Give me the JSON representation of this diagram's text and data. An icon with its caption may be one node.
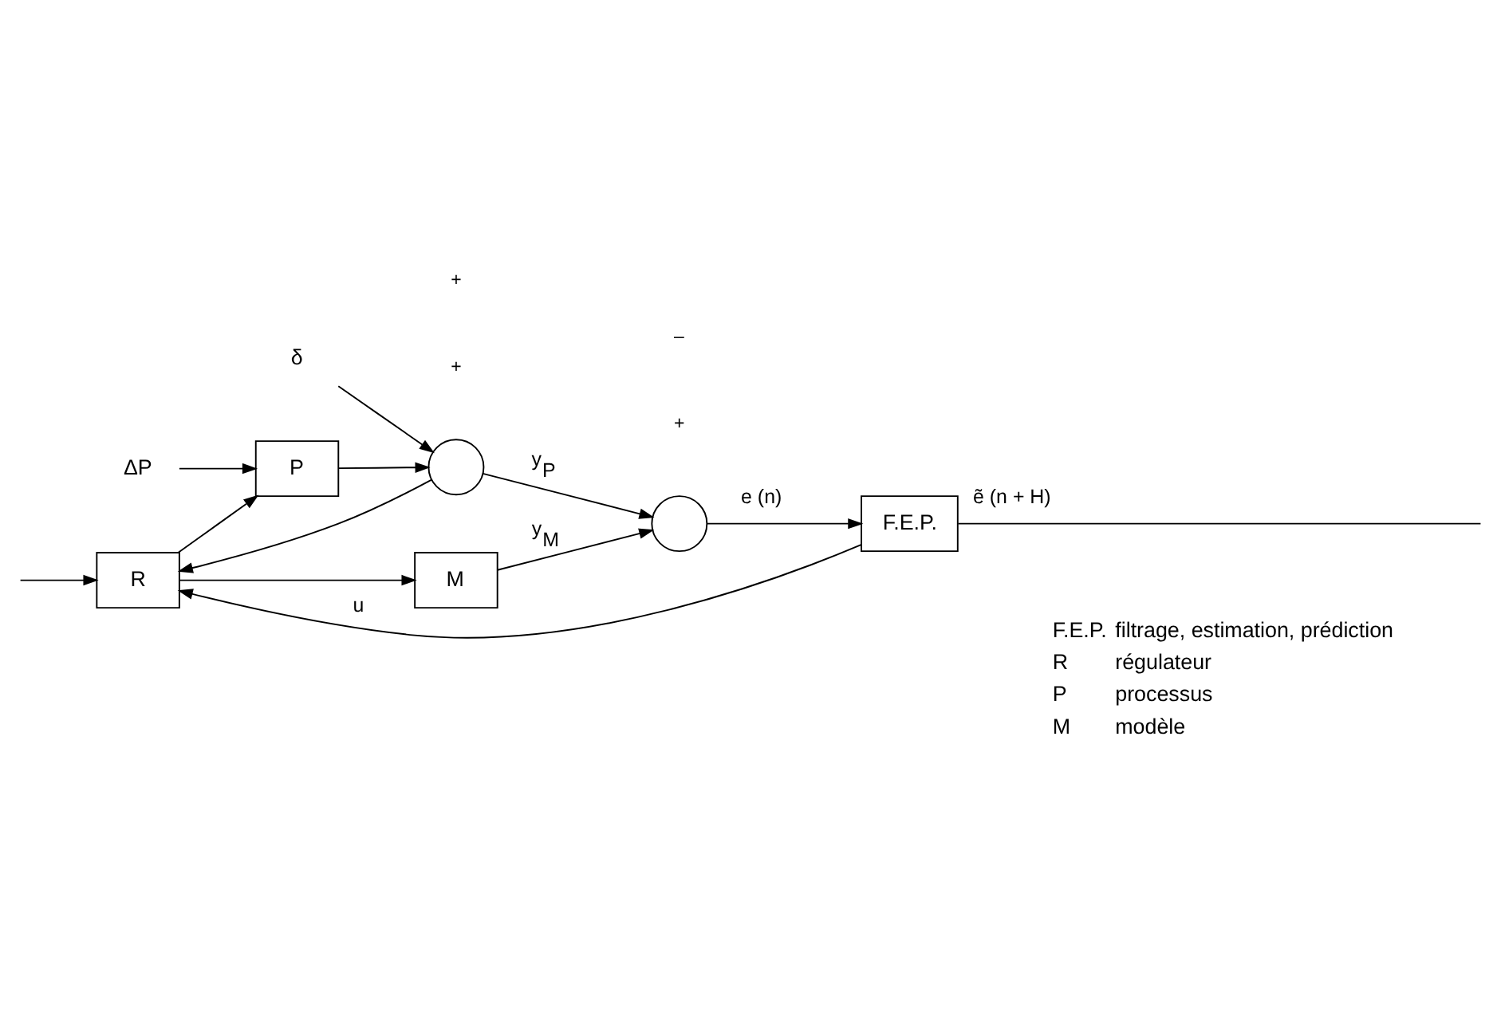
{
  "diagram": {
    "nodes": [
      {
        "text": [
          "R"
        ]
      },
      {
        "text": [
          "P"
        ]
      },
      {
        "text": [],
        "shape": "circle"
      },
      {
        "text": [],
        "shape": "circle"
      },
      {
        "text": [
          "F.E.P."
        ]
      },
      {
        "text": [
          "M"
        ]
      },
      {
        "text": [
          "ΔP"
        ]
      },
      {
        "text": [
          "δ"
        ]
      }
    ],
    "edges": [
      {
        "from": null,
        "to": 0,
        "arrow": "to"
      },
      {
        "from": 0,
        "to": 1,
        "arrow": "to"
      },
      {
        "from": 0,
        "to": 5,
        "arrow": "to",
        "label": "u"
      },
      {
        "from": 6,
        "to": 1,
        "arrow": "to"
      },
      {
        "from": 1,
        "to": 2,
        "arrow": "to"
      },
      {
        "from": 7,
        "to": 2,
        "arrow": "to"
      },
      {
        "from": 2,
        "to": 0,
        "arrow": "to"
      },
      {
        "from": 2,
        "to": 3,
        "arrow": "to",
        "label": "y$_{P}$"
      },
      {
        "from": 5,
        "to": 3,
        "arrow": "to",
        "label": "y$_{M}$"
      },
      {
        "from": 3,
        "to": 4,
        "arrow": "to",
        "label": "e (n)"
      },
      {
        "from": 4,
        "to": 0,
        "arrow": "to"
      },
      {
        "from": 4,
        "to": null,
        "arrow": "none",
        "label": "ẽ (n + H)"
      }
    ],
    "labels": [
      "+",
      "+",
      "+",
      "–",
      "F.E.P.",
      "filtrage, estimation, prédiction",
      "R",
      "régulateur",
      "P",
      "processus",
      "M",
      "modèle"
    ]
  }
}
